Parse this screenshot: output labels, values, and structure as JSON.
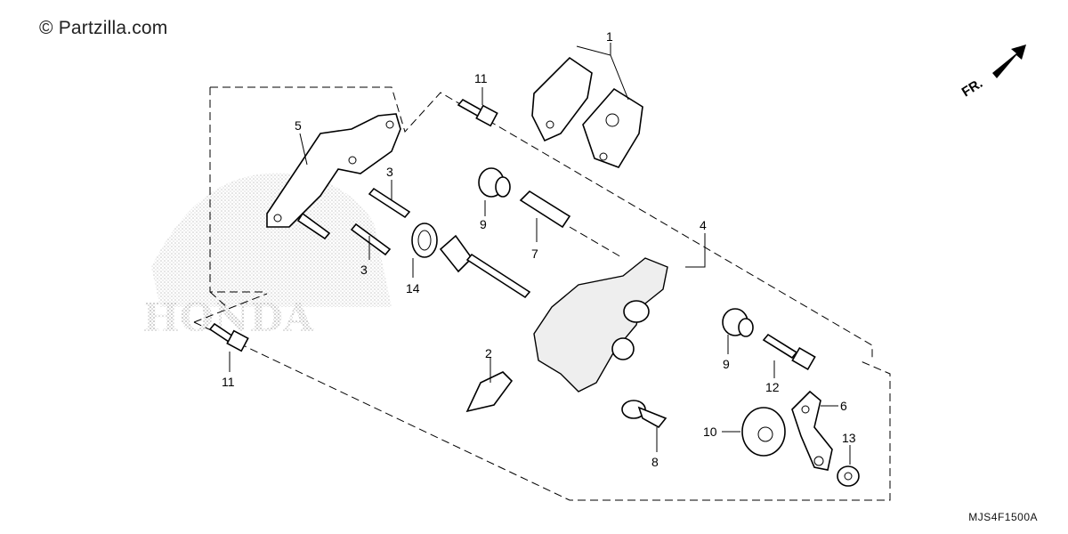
{
  "watermark": "© Partzilla.com",
  "diagram_code": "MJS4F1500A",
  "front_indicator": "FR.",
  "background_logo_text": "HONDA",
  "callouts": [
    {
      "id": "c1",
      "label": "1"
    },
    {
      "id": "c2",
      "label": "2"
    },
    {
      "id": "c3a",
      "label": "3"
    },
    {
      "id": "c3b",
      "label": "3"
    },
    {
      "id": "c4",
      "label": "4"
    },
    {
      "id": "c5",
      "label": "5"
    },
    {
      "id": "c6",
      "label": "6"
    },
    {
      "id": "c7",
      "label": "7"
    },
    {
      "id": "c8",
      "label": "8"
    },
    {
      "id": "c9a",
      "label": "9"
    },
    {
      "id": "c9b",
      "label": "9"
    },
    {
      "id": "c10",
      "label": "10"
    },
    {
      "id": "c11a",
      "label": "11"
    },
    {
      "id": "c11b",
      "label": "11"
    },
    {
      "id": "c12",
      "label": "12"
    },
    {
      "id": "c13",
      "label": "13"
    },
    {
      "id": "c14",
      "label": "14"
    }
  ]
}
